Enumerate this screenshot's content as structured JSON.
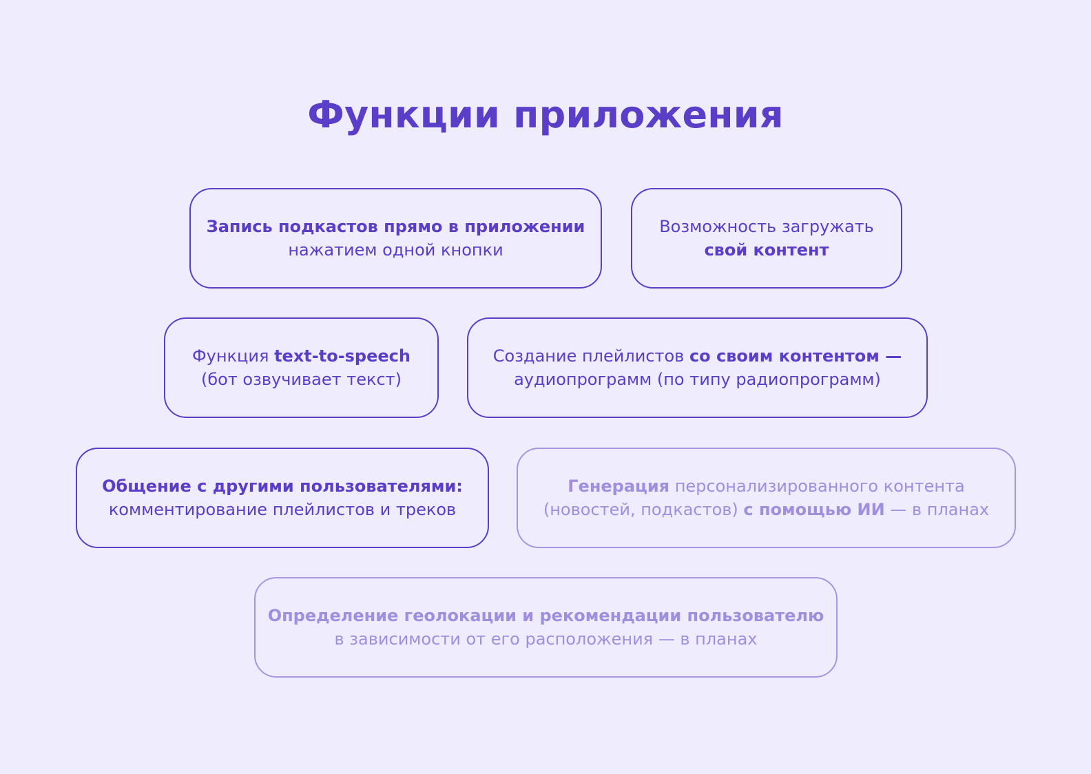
{
  "title": "Функции приложения",
  "cards": [
    {
      "line1": {
        "bold": "Запись подкастов прямо в приложении"
      },
      "line2": {
        "text": "нажатием одной кнопки"
      }
    },
    {
      "line1": {
        "text": "Возможность загружать"
      },
      "line2": {
        "bold": "свой контент"
      }
    },
    {
      "line1": {
        "text": "Функция ",
        "bold": "text-to-speech"
      },
      "line2": {
        "text": "(бот озвучивает текст)"
      }
    },
    {
      "line1": {
        "text": "Создание плейлистов ",
        "bold": "со своим контентом —"
      },
      "line2": {
        "text": "аудиопрограмм (по типу радиопрограмм)"
      }
    },
    {
      "line1": {
        "bold": "Общение с другими пользователями:"
      },
      "line2": {
        "text": "комментирование плейлистов и треков"
      }
    },
    {
      "line1": {
        "bold": "Генерация",
        "text": " персонализированного контента"
      },
      "line2": {
        "text": "(новостей, подкастов) ",
        "bold": "с помощью ИИ",
        "tail": " — в планах"
      }
    },
    {
      "line1": {
        "bold": "Определение геолокации и рекомендации пользователю"
      },
      "line2": {
        "text": "в зависимости от его расположения — в планах"
      }
    }
  ],
  "colors": {
    "background": "#efecfd",
    "accent": "#5a3ec8",
    "planned": "#a08fdf"
  }
}
